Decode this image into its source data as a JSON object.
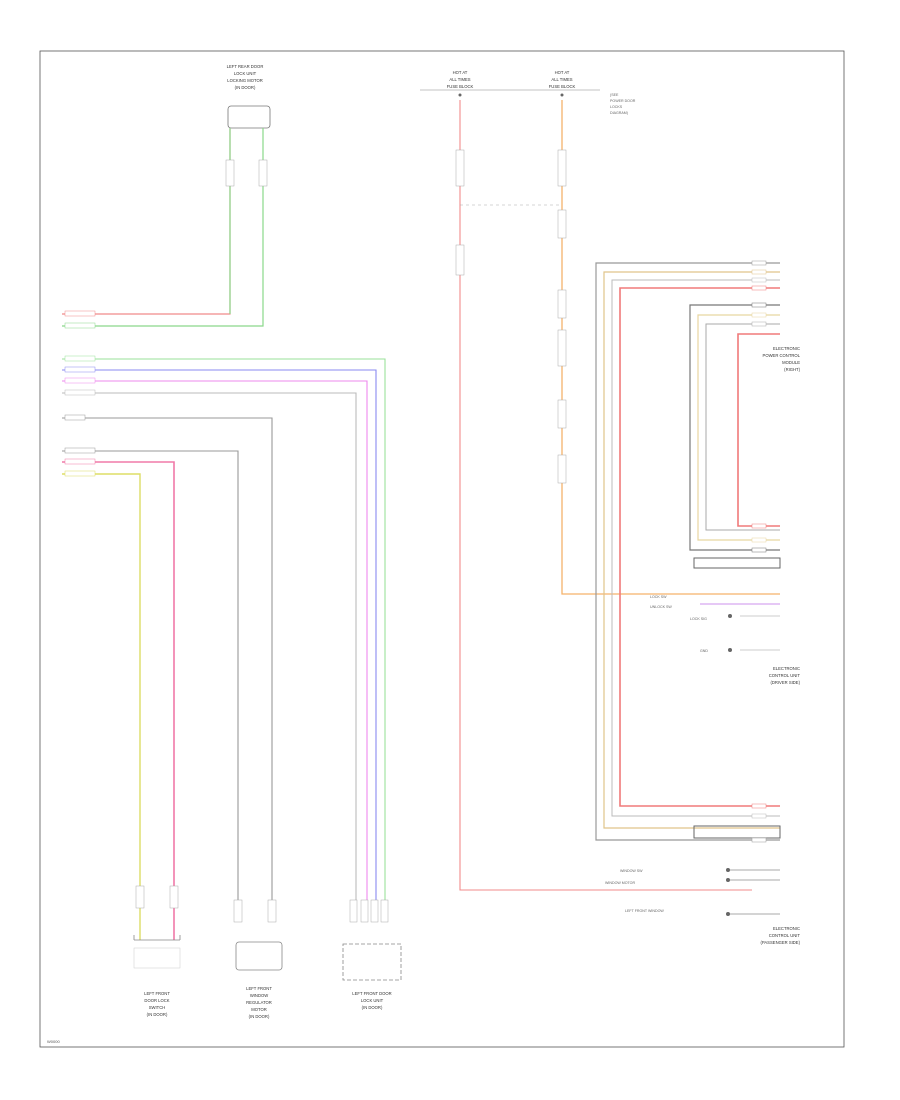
{
  "diagram": {
    "footer_code": "W0000",
    "top_connectors": [
      {
        "id": "c1",
        "lines": [
          "HOT AT",
          "ALL TIMES",
          "FUSE BLOCK"
        ]
      },
      {
        "id": "c2",
        "lines": [
          "HOT AT",
          "ALL TIMES",
          "FUSE BLOCK"
        ]
      }
    ],
    "top_left_component": [
      "LEFT REAR DOOR",
      "LOCK UNIT",
      "LOCKING MOTOR",
      "(IN DOOR)"
    ],
    "right_note": [
      "(SEE",
      "POWER DOOR",
      "LOCKS",
      "DIAGRAM)"
    ],
    "right_components": [
      [
        "ELECTRONIC",
        "POWER CONTROL",
        "MODULE",
        "(RIGHT)"
      ],
      [
        "ELECTRONIC",
        "CONTROL UNIT",
        "(DRIVER SIDE)"
      ],
      [
        "ELECTRONIC",
        "CONTROL UNIT",
        "(PASSENGER SIDE)"
      ]
    ],
    "bottom_components": [
      [
        "LEFT FRONT",
        "DOOR LOCK",
        "SWITCH",
        "(IN DOOR)"
      ],
      [
        "LEFT FRONT",
        "WINDOW",
        "REGULATOR",
        "MOTOR",
        "(IN DOOR)"
      ],
      [
        "LEFT FRONT DOOR",
        "LOCK UNIT",
        "(IN DOOR)"
      ]
    ],
    "mid_right_labels": [
      "LOCK SW",
      "UNLOCK SW",
      "LOCK SIG",
      "GND"
    ],
    "lower_right_labels": [
      "WINDOW SW",
      "WINDOW MOTOR",
      "LEFT FRONT WINDOW"
    ]
  }
}
